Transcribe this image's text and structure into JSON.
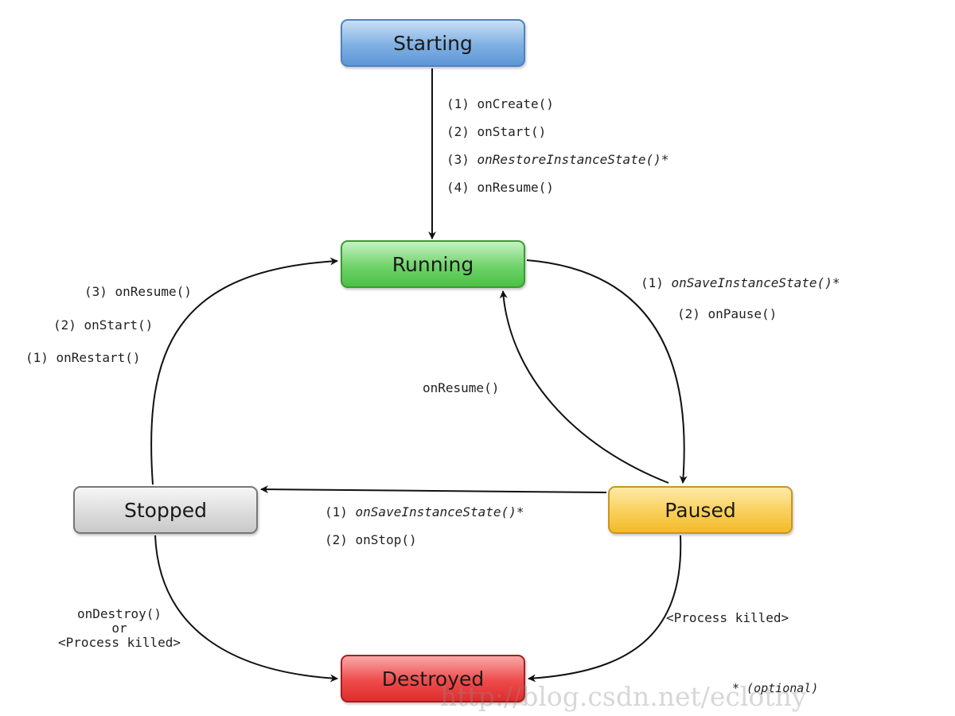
{
  "states": {
    "starting": "Starting",
    "running": "Running",
    "paused": "Paused",
    "stopped": "Stopped",
    "destroyed": "Destroyed"
  },
  "transitions": {
    "starting_to_running": {
      "step1": {
        "num": "(1) ",
        "name": "onCreate()"
      },
      "step2": {
        "num": "(2) ",
        "name": "onStart()"
      },
      "step3": {
        "num": "(3) ",
        "name": "onRestoreInstanceState()*"
      },
      "step4": {
        "num": "(4) ",
        "name": "onResume()"
      }
    },
    "running_to_paused": {
      "step1": {
        "num": "(1) ",
        "name": "onSaveInstanceState()*"
      },
      "step2": {
        "num": "(2) ",
        "name": "onPause()"
      }
    },
    "paused_to_running": {
      "name": "onResume()"
    },
    "paused_to_stopped": {
      "step1": {
        "num": "(1) ",
        "name": "onSaveInstanceState()*"
      },
      "step2": {
        "num": "(2) ",
        "name": "onStop()"
      }
    },
    "stopped_to_running": {
      "step3": {
        "num": "(3) ",
        "name": "onResume()"
      },
      "step2": {
        "num": "(2) ",
        "name": "onStart()"
      },
      "step1": {
        "num": "(1) ",
        "name": "onRestart()"
      }
    },
    "stopped_to_destroyed": {
      "line1": "onDestroy()",
      "line2": "or",
      "line3": "<Process killed>"
    },
    "paused_to_destroyed": {
      "name": "<Process killed>"
    }
  },
  "footnote": "* (optional)",
  "watermark": "http://blog.csdn.net/eclothy",
  "colors": {
    "starting": "#7fb0e3",
    "running": "#6fd36a",
    "paused": "#f9cf5a",
    "stopped": "#dcdcdc",
    "destroyed": "#ee4b4b",
    "arrow": "#111111"
  }
}
